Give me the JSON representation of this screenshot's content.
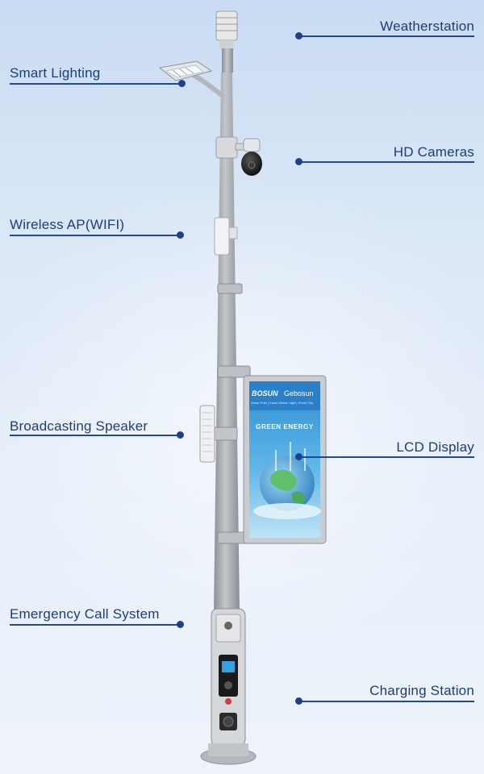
{
  "callouts": {
    "weatherstation": "Weatherstation",
    "smart_lighting": "Smart Lighting",
    "hd_cameras": "HD Cameras",
    "wireless_ap": "Wireless AP(WIFI)",
    "broadcasting_speaker": "Broadcasting Speaker",
    "lcd_display": "LCD Display",
    "emergency_call": "Emergency Call System",
    "charging_station": "Charging Station"
  },
  "display_screen": {
    "brand_left": "BOSUN",
    "brand_right": "Gebosun",
    "tagline": "Smart Pole | Smart Street Light | Smart City",
    "headline": "GREEN ENERGY"
  },
  "colors": {
    "label_text": "#1d3d7a",
    "leader_line": "#23489a",
    "pole": "#a9adb2",
    "screen": "#3b9ad8"
  }
}
